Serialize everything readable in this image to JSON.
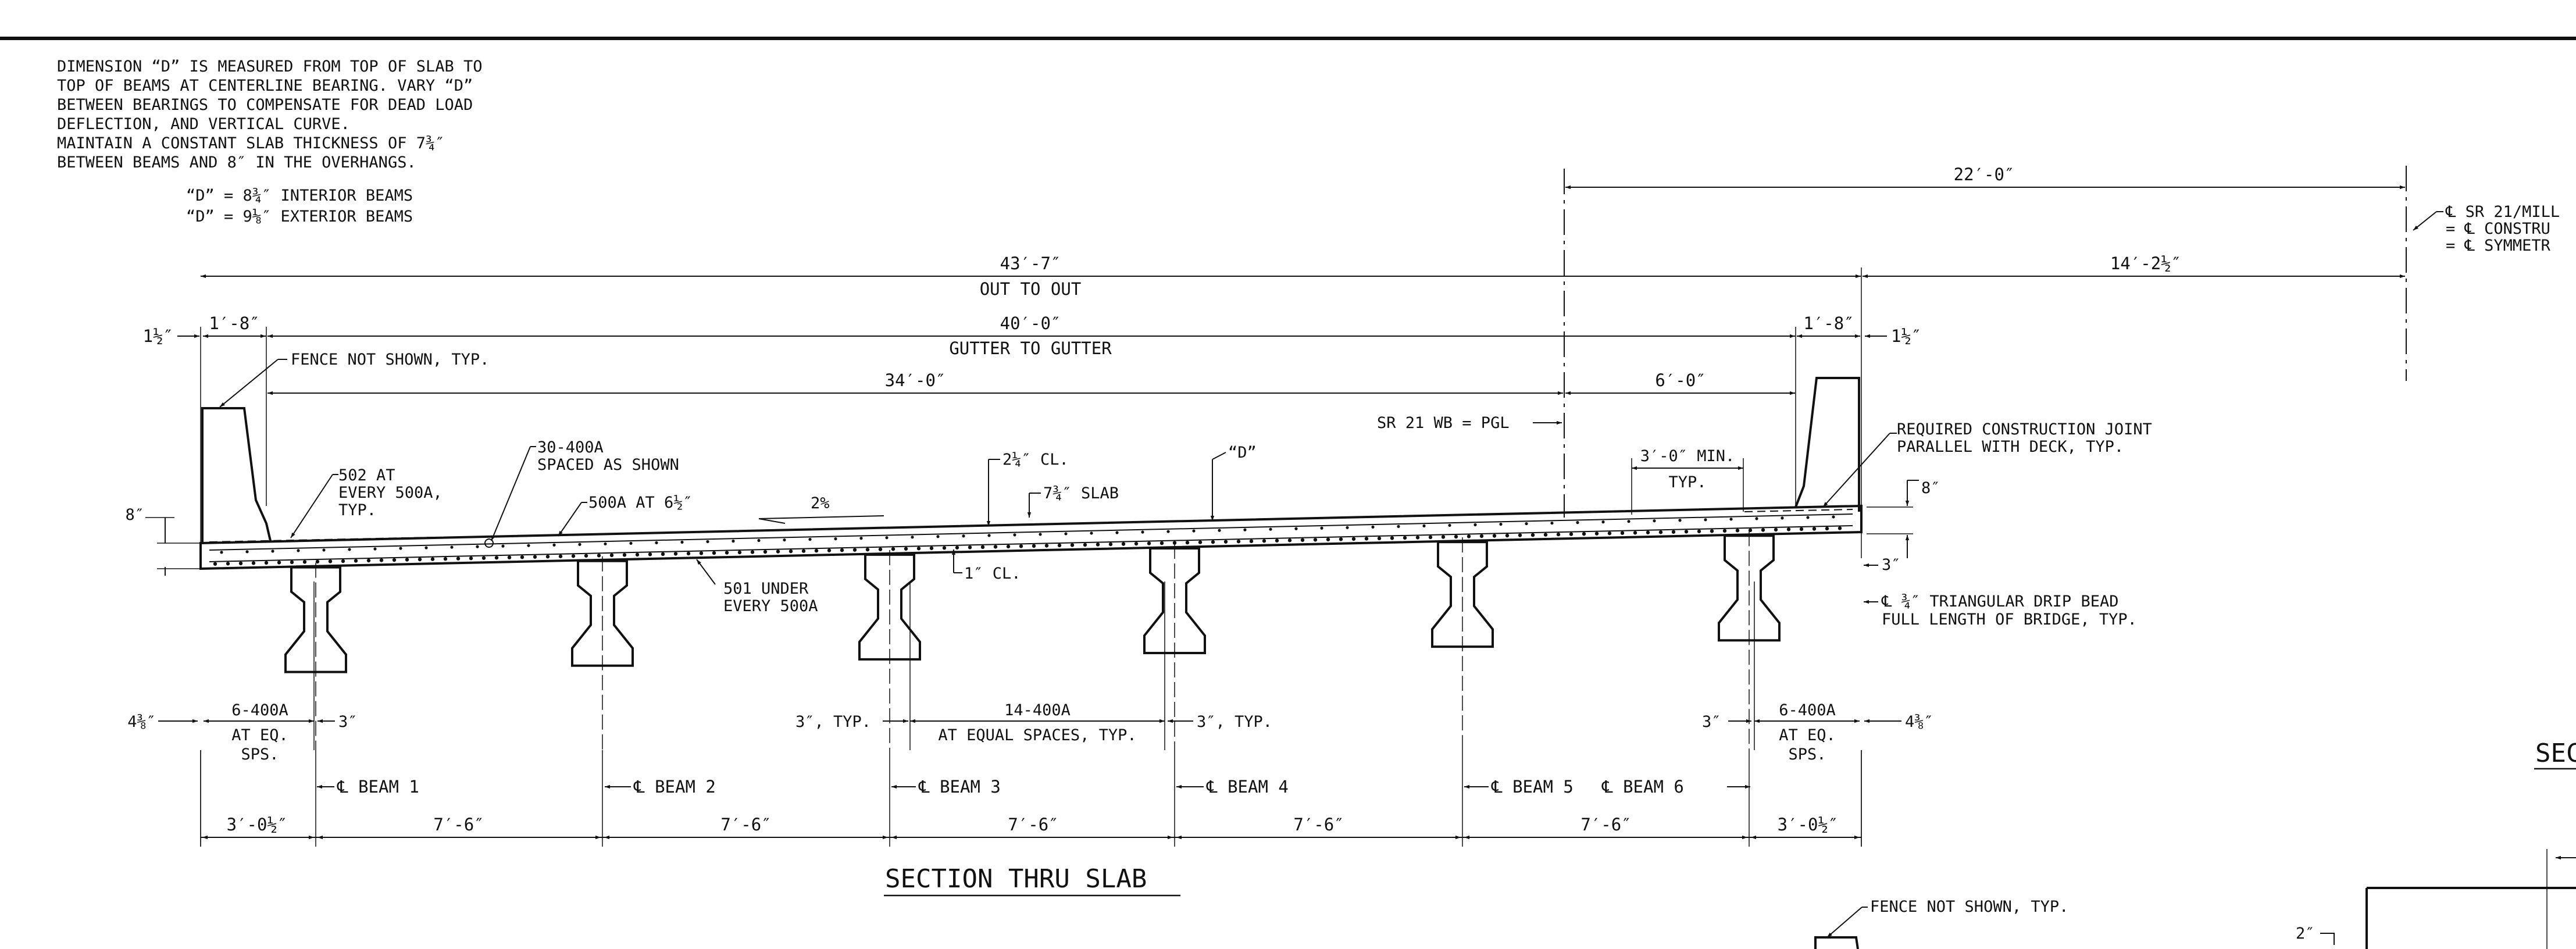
{
  "notes": {
    "lines": [
      "DIMENSION “D” IS MEASURED FROM TOP OF SLAB TO",
      "TOP OF BEAMS AT CENTERLINE BEARING. VARY “D”",
      "BETWEEN BEARINGS TO COMPENSATE FOR DEAD LOAD",
      "DEFLECTION, AND VERTICAL CURVE.",
      "MAINTAIN A CONSTANT SLAB THICKNESS OF 7¾″",
      "BETWEEN BEAMS AND 8″ IN THE OVERHANGS.",
      "“D” = 8¾″ INTERIOR BEAMS",
      "“D” = 9⅛″ EXTERIOR BEAMS"
    ]
  },
  "title": "SECTION THRU SLAB",
  "right_title_fragment": "SEC",
  "dimensions_top": {
    "right_half": "22′-0″",
    "out_to_out": "43′-7″",
    "out_to_out_label": "OUT TO OUT",
    "offset_right": "14′-2½″",
    "gutter_to_gutter": "40′-0″",
    "gutter_to_gutter_label": "GUTTER TO GUTTER",
    "left_edge": "1½″",
    "left_barrier": "1′-8″",
    "right_barrier": "1′-8″",
    "right_edge": "1½″",
    "roadway_34": "34′-0″",
    "roadway_6": "6′-0″"
  },
  "centerline_notes": [
    "℄ SR 21/MILL",
    "= ℄ CONSTRU",
    "= ℄ SYMMETR"
  ],
  "callouts": {
    "pgl": "SR 21 WB = PGL",
    "fence_not_shown": "FENCE NOT SHOWN, TYP.",
    "bars_502": [
      "502 AT",
      "EVERY 500A,",
      "TYP."
    ],
    "bars_30_400a": [
      "30-400A",
      "SPACED AS SHOWN"
    ],
    "bars_500a": "500A AT 6½″",
    "slope": "2%",
    "clear_top": "2¼″ CL.",
    "slab": "7¾″ SLAB",
    "d_label": "“D”",
    "min_3ft": "3′-0″ MIN.",
    "typ": "TYP.",
    "const_joint": [
      "REQUIRED CONSTRUCTION JOINT",
      "PARALLEL WITH DECK, TYP."
    ],
    "eight_in_right": "8″",
    "eight_in_left": "8″",
    "bars_501": [
      "501 UNDER",
      "EVERY 500A"
    ],
    "clear_bottom": "1″ CL.",
    "three_in_right": "3″",
    "drip_bead": [
      "℄ ¾″ TRIANGULAR DRIP BEAD",
      "FULL LENGTH OF BRIDGE, TYP."
    ]
  },
  "bottom_bars": {
    "left_edge": "4⅜″",
    "left_bars": [
      "6-400A",
      "AT EQ.",
      "SPS."
    ],
    "left_3in": "3″",
    "mid_3in_left": "3″, TYP.",
    "mid_bars": [
      "14-400A",
      "AT EQUAL SPACES, TYP."
    ],
    "mid_3in_right": "3″, TYP.",
    "right_3in": "3″",
    "right_bars": [
      "6-400A",
      "AT EQ.",
      "SPS."
    ],
    "right_edge": "4⅜″"
  },
  "beams": [
    "℄ BEAM 1",
    "℄ BEAM 2",
    "℄ BEAM 3",
    "℄ BEAM 4",
    "℄ BEAM 5",
    "℄ BEAM 6"
  ],
  "spacings": [
    "3′-0½″",
    "7′-6″",
    "7′-6″",
    "7′-6″",
    "7′-6″",
    "7′-6″",
    "3′-0½″"
  ],
  "lower_detail": {
    "fence_not_shown": "FENCE NOT SHOWN, TYP.",
    "two_in": "2″"
  }
}
